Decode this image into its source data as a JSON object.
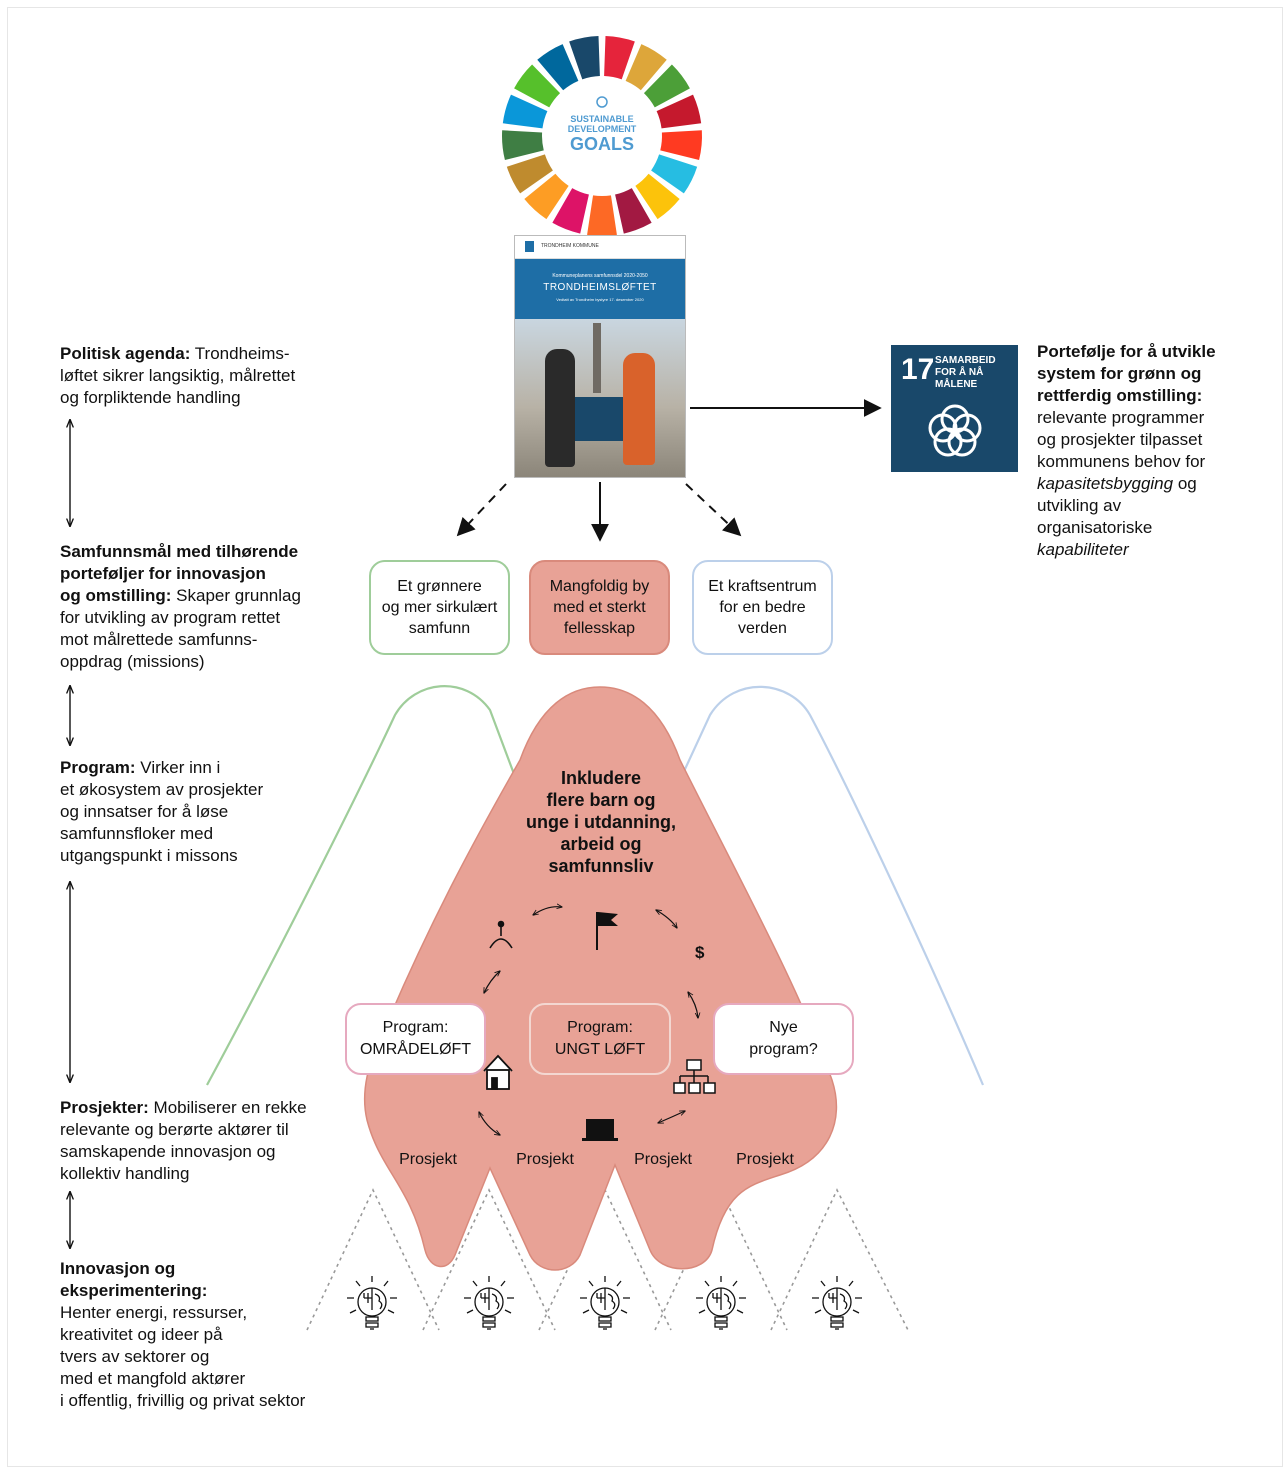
{
  "colors": {
    "green": "#9fcd9a",
    "red": "#e8a296",
    "red_border": "#d98a7c",
    "blue": "#bcd0ea",
    "pink": "#e6a9bf",
    "sdg17_blue": "#19486a",
    "cover_blue": "#1e6ea6"
  },
  "left_column": {
    "politisk": {
      "title": "Politisk agenda:",
      "text": " Trondheims-\nløftet sikrer langsiktig, målrettet\nog forpliktende handling"
    },
    "samfunnsmal": {
      "title": "Samfunnsmål med tilhørende\nporteføljer for innovasjon\nog omstilling:",
      "text": " Skaper grunnlag\nfor utvikling av program rettet\nmot målrettede samfunns-\noppdrag (missions)"
    },
    "program": {
      "title": "Program:",
      "text": " Virker inn i\net økosystem av prosjekter\nog innsatser for å løse\nsamfunnsfloker med\nutgangspunkt i missons"
    },
    "prosjekter": {
      "title": "Prosjekter:",
      "text": " Mobiliserer en rekke\nrelevante og berørte aktører til\nsamskapende innovasjon og\nkollektiv handling"
    },
    "innovasjon": {
      "title": "Innovasjon og\neksperimentering:",
      "text": "\nHenter energi, ressurser,\nkreativitet og ideer på\ntvers av sektorer og\nmed et mangfold aktører\ni offentlig, frivillig og privat sektor"
    }
  },
  "right_column": {
    "title": "Portefølje for å utvikle\nsystem for grønn og\nrettferdig omstilling:",
    "text_1": "\nrelevante programmer\nog prosjekter tilpasset\nkommunens behov for\n",
    "italic_1": "kapasitetsbygging",
    "text_2": " og\nutvikling av\norganisatoriske\n",
    "italic_2": "kapabiliteter"
  },
  "sdg_wheel": {
    "line1": "SUSTAINABLE",
    "line2": "DEVELOPMENT",
    "line3": "GOALS"
  },
  "sdg17": {
    "number": "17",
    "label": "SAMARBEID\nFOR Å NÅ MÅLENE"
  },
  "cover": {
    "header": "TRONDHEIM KOMMUNE",
    "subtitle": "Kommuneplanens samfunnsdel 2020-2050",
    "title": "TRONDHEIMSLØFTET",
    "caption": "Vedtatt av Trondheim bystyre 17. desember 2020"
  },
  "goals": [
    {
      "label": "Et grønnere\nog mer sirkulært\nsamfunn"
    },
    {
      "label": "Mangfoldig by\nmed et sterkt\nfellesskap"
    },
    {
      "label": "Et kraftsentrum\nfor en bedre\nverden"
    }
  ],
  "mission": {
    "title": "Inkludere\nflere barn og\nunge i utdanning,\narbeid og\nsamfunnsliv"
  },
  "programs": [
    {
      "label": "Program:\nOMRÅDELØFT"
    },
    {
      "label": "Program:\nUNGT LØFT"
    },
    {
      "label": "Nye\nprogram?"
    }
  ],
  "projects": [
    "Prosjekt",
    "Prosjekt",
    "Prosjekt",
    "Prosjekt"
  ],
  "icons": [
    "person-icon",
    "flag-icon",
    "dollar-icon",
    "org-chart-icon",
    "laptop-icon",
    "house-icon",
    "lightbulb-brain-icon"
  ],
  "dollar": "$"
}
